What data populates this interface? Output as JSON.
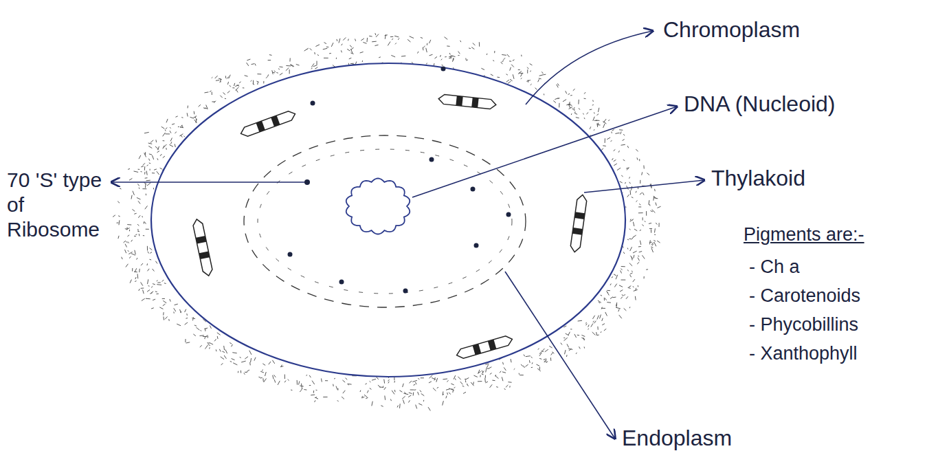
{
  "diagram": {
    "labels": [
      "Chromoplasm",
      "DNA (Nucleoid)",
      "Thylakoid",
      "Pigments are:-",
      "- Ch a",
      "- Carotenoids",
      "- Phycobillins",
      "- Xanthophyll",
      "70 'S' type of Ribosome",
      "Endoplasm"
    ]
  }
}
